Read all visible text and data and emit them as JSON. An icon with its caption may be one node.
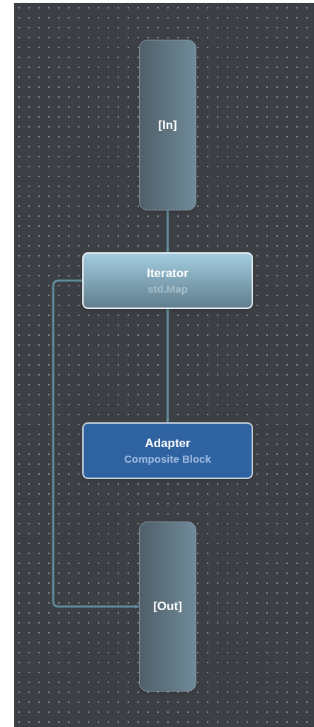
{
  "diagram": {
    "nodes": [
      {
        "text": [
          "[In]"
        ]
      },
      {
        "text": [
          "Iterator",
          "std.Map"
        ]
      },
      {
        "text": [
          "Adapter",
          "Composite Block"
        ]
      },
      {
        "text": [
          "[Out]"
        ]
      }
    ],
    "edges": [
      {
        "from": 0,
        "to": 1,
        "arrow": "to"
      },
      {
        "from": 1,
        "to": 2,
        "arrow": "both"
      },
      {
        "from": 1,
        "to": 3,
        "arrow": "to"
      }
    ]
  }
}
